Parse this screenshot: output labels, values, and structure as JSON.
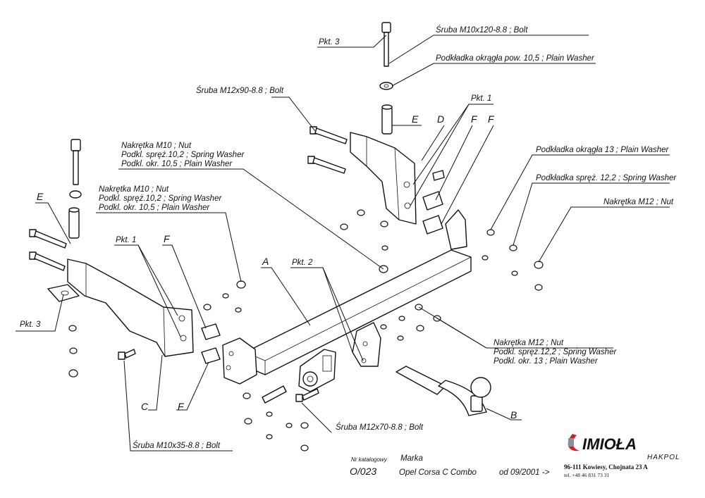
{
  "labels": {
    "pkt3_top": "Pkt. 3",
    "bolt_m10x120": "Śruba M10x120-8.8 ;  Bolt",
    "washer_105_top": "Podkładka okrągła pow. 10,5 ; Plain Washer",
    "bolt_m12x90": "Śruba M12x90-8.8 ;  Bolt",
    "pkt1_right": "Pkt. 1",
    "letter_e_right": "E",
    "letter_d": "D",
    "letter_f_r1": "F",
    "letter_f_r2": "F",
    "nut_m10_a": "Nakrętka  M10 ; Nut",
    "spring_102_a": "Podkl. spręż.10,2 ; Spring Washer",
    "plain_105_a": "Podkl. okr. 10,5 ; Plain Washer",
    "nut_m10_b": "Nakrętka  M10 ; Nut",
    "spring_102_b": "Podkl. spręż.10,2 ; Spring Washer",
    "plain_105_b": "Podkl. okr. 10,5 ; Plain Washer",
    "washer_13": "Podkładka okrągła 13 ; Plain Washer",
    "spring_122": "Podkładka spręż. 12,2 ; Spring Washer",
    "nut_m12_top": "Nakrętka  M12 ; Nut",
    "letter_e_left": "E",
    "pkt1_left": "Pkt. 1",
    "letter_f_left": "F",
    "letter_a": "A",
    "pkt2": "Pkt. 2",
    "pkt3_left": "Pkt. 3",
    "nut_m12_b": "Nakrętka  M12 ; Nut",
    "spring_122_b": "Podkl. spręż.12,2 ; Spring Washer",
    "plain_13_b": "Podkl. okr. 13 ; Plain Washer",
    "letter_c": "C",
    "letter_f_bottom": "F",
    "letter_b": "B",
    "bolt_m12x70": "Śruba M12x70-8.8 ;  Bolt",
    "bolt_m10x35": "Śruba M10x35-8.8 ;  Bolt"
  },
  "footer": {
    "catalog_caption": "Nr katalogowy",
    "catalog_number": "O/023",
    "brand_caption": "Marka",
    "model": "Opel  Corsa  C Combo",
    "date": "od 09/2001 ->"
  },
  "company": {
    "logo": "IMIOŁA",
    "sub": "HAKPOL",
    "address": "96-111 Kowiesy, Chojnata 23 A",
    "phone": "tel. +48 46 831 73 31",
    "logo_color": "#d21f26"
  }
}
